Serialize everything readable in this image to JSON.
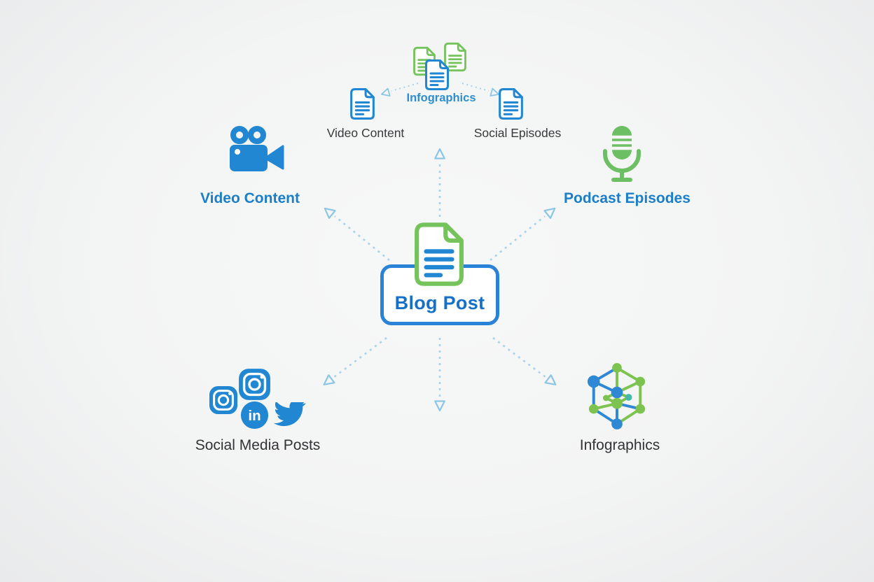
{
  "diagram": {
    "center": {
      "label": "Blog Post"
    },
    "top_cluster": {
      "label": "Infographics",
      "children": [
        {
          "label": "Video Content"
        },
        {
          "label": "Social Episodes"
        }
      ]
    },
    "spokes": [
      {
        "id": "video-content",
        "label": "Video Content"
      },
      {
        "id": "podcast-episodes",
        "label": "Podcast Episodes"
      },
      {
        "id": "social-media-posts",
        "label": "Social Media Posts"
      },
      {
        "id": "infographics",
        "label": "Infographics"
      }
    ],
    "icons": [
      "document-icon",
      "documents-stack-icon",
      "video-camera-icon",
      "microphone-icon",
      "instagram-icon",
      "linkedin-icon",
      "twitter-icon",
      "network-icon"
    ],
    "colors": {
      "blue": "#2287d3",
      "green": "#74c35b",
      "teal": "#45b9a9",
      "arrow_blue": "#a6d2eb",
      "label_blue": "#1b7ec9",
      "label_dark": "#3a3a3d",
      "background": "#f3f4f4"
    }
  }
}
